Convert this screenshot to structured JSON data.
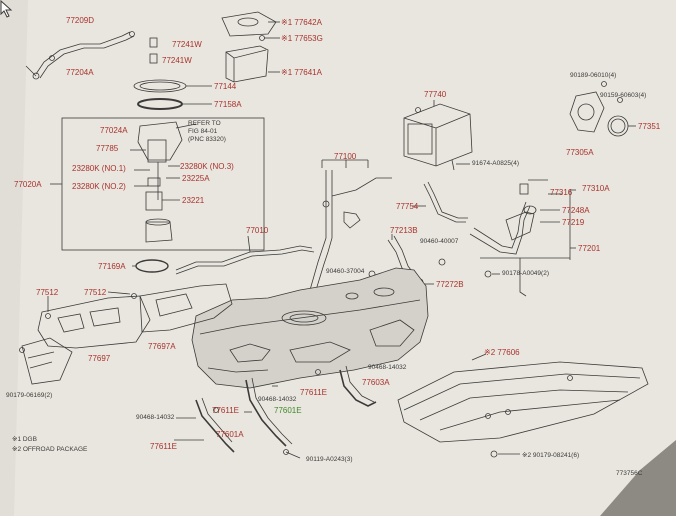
{
  "labels": {
    "p77209D": "77209D",
    "p77204A": "77204A",
    "p77241W_1": "77241W",
    "p77241W_2": "77241W",
    "p177642A": "※1 77642A",
    "p177653G": "※1 77653G",
    "p177641A": "※1 77641A",
    "p77144": "77144",
    "p77158A": "77158A",
    "p77024A": "77024A",
    "p77785": "77785",
    "refer_to": "REFER TO",
    "refer_fig": "FIG 84-01",
    "refer_pnc": "(PNC 83320)",
    "p23280K_1": "23280K (NO.1)",
    "p23280K_2": "23280K (NO.2)",
    "p23280K_3": "23280K (NO.3)",
    "p23225A": "23225A",
    "p23221": "23221",
    "p77020A": "77020A",
    "p77010": "77010",
    "p77169A": "77169A",
    "p77512_a": "77512",
    "p77512_b": "77512",
    "p77697": "77697",
    "p77697A": "77697A",
    "p90179_06169": "90179-06169(2)",
    "p77100": "77100",
    "p77740": "77740",
    "p91674": "91674-A0825(4)",
    "p77754": "77754",
    "p77213B": "77213B",
    "p90460_40007": "90460-40007",
    "p90460_37004": "90460-37004",
    "p77272B": "77272B",
    "p90178": "90178-A0049(2)",
    "p77316": "77316",
    "p77310A": "77310A",
    "p77248A": "77248A",
    "p77219": "77219",
    "p77201": "77201",
    "p90189": "90189-06010(4)",
    "p90159": "90159-60603(4)",
    "p77351": "77351",
    "p77305A": "77305A",
    "p77606": "※2 77606",
    "p90468_14032_a": "90468-14032",
    "p77603A": "77603A",
    "p77611E_a": "77611E",
    "p90468_14032_b": "90468-14032",
    "p77601E": "77601E",
    "p77611E_b": "77611E",
    "p90468_14032_c": "90468-14032",
    "p77601A": "77601A",
    "p77611E_c": "77611E",
    "p90119": "90119-A0243(3)",
    "p90179_08241": "※2 90179-08241(6)",
    "diagram_code": "773756C"
  },
  "notes": {
    "dgb": "※1 DGB",
    "offroad": "※2 OFFROAD PACKAGE"
  },
  "colors": {
    "paper": "#e9e6df",
    "ink": "#3b3a38",
    "label_red": "#a8322c",
    "label_green": "#3f8a2a",
    "tank_fill": "#d4d1ca"
  }
}
